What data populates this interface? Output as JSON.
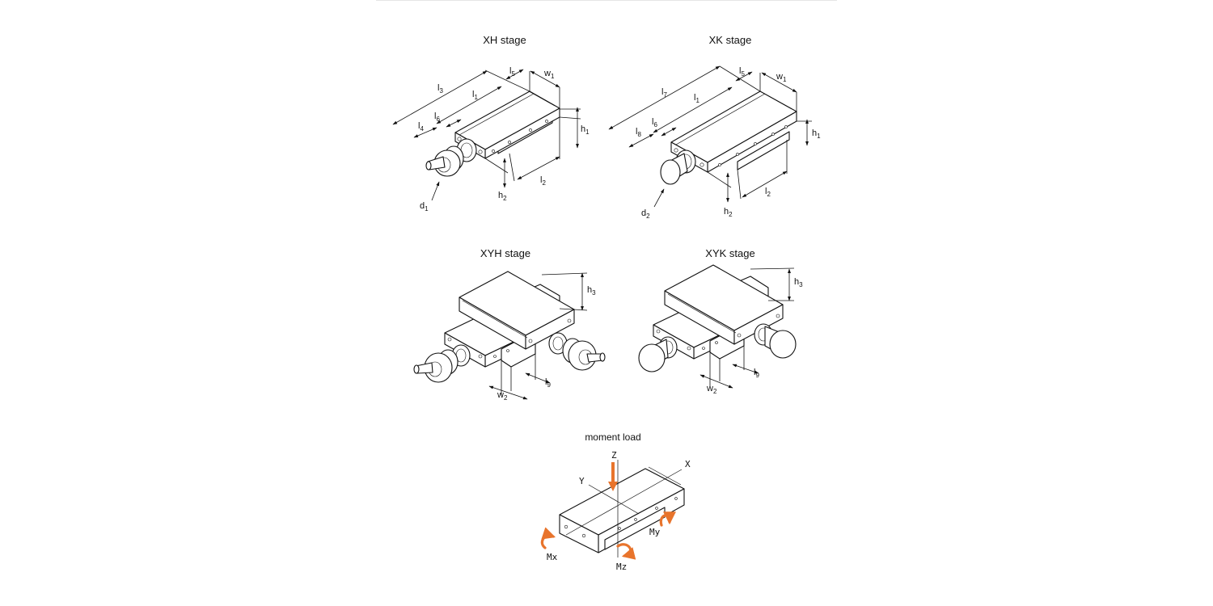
{
  "titles": {
    "xh": "XH stage",
    "xk": "XK stage",
    "xyh": "XYH stage",
    "xyk": "XYK stage",
    "moment": "moment load"
  },
  "dims": {
    "l1": {
      "base": "l",
      "sub": "1"
    },
    "l2": {
      "base": "l",
      "sub": "2"
    },
    "l3": {
      "base": "l",
      "sub": "3"
    },
    "l4": {
      "base": "l",
      "sub": "4"
    },
    "l5": {
      "base": "l",
      "sub": "5"
    },
    "l6": {
      "base": "l",
      "sub": "6"
    },
    "l7": {
      "base": "l",
      "sub": "7"
    },
    "l8": {
      "base": "l",
      "sub": "8"
    },
    "l9": {
      "base": "l",
      "sub": "9"
    },
    "w1": {
      "base": "w",
      "sub": "1"
    },
    "w2": {
      "base": "w",
      "sub": "2"
    },
    "h1": {
      "base": "h",
      "sub": "1"
    },
    "h2": {
      "base": "h",
      "sub": "2"
    },
    "h3": {
      "base": "h",
      "sub": "3"
    },
    "d1": {
      "base": "d",
      "sub": "1"
    },
    "d2": {
      "base": "d",
      "sub": "2"
    }
  },
  "axes": {
    "x": "X",
    "y": "Y",
    "z": "Z"
  },
  "moments": {
    "mx": "Mx",
    "my": "My",
    "mz": "Mz"
  },
  "colors": {
    "moment_arrow": "#e8742c",
    "line": "#111111"
  }
}
